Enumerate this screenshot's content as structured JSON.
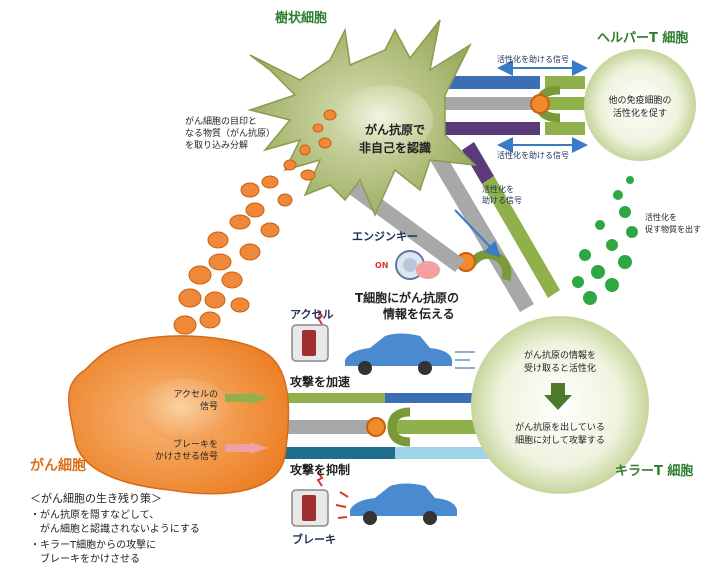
{
  "title_dendritic": "樹状細胞",
  "title_helper": "ヘルパーT 細胞",
  "title_killer": "キラーT 細胞",
  "title_cancer": "がん細胞",
  "dendritic_center": [
    "がん抗原で",
    "非自己を認識"
  ],
  "antigen_uptake": [
    "がん細胞の目印と",
    "なる物質（がん抗原）",
    "を取り込み分解"
  ],
  "helper_inside": [
    "他の免疫細胞の",
    "活性化を促す"
  ],
  "signal_top": "活性化を助ける信号",
  "signal_bottom": "活性化を助ける信号",
  "signal_helper_side": [
    "活性化を",
    "助ける信号"
  ],
  "right_dots": [
    "活性化を",
    "促す物質を出す"
  ],
  "engine_key": "エンジンキー",
  "tcell_transfer": [
    "T細胞にがん抗原の",
    "情報を伝える"
  ],
  "accel": "アクセル",
  "attack_speedup": "攻撃を加速",
  "accel_signal": [
    "アクセルの",
    "信号"
  ],
  "brake_signal": [
    "ブレーキを",
    "かけさせる信号"
  ],
  "attack_suppress": "攻撃を抑制",
  "brake": "ブレーキ",
  "killer_top": [
    "がん抗原の情報を",
    "受け取ると活性化"
  ],
  "killer_bottom": [
    "がん抗原を出している",
    "細胞に対して攻撃する"
  ],
  "strategy_title": "＜がん細胞の生き残り策＞",
  "strategy_items": [
    "・がん抗原を隠すなどして、",
    "　がん細胞と認識されないようにする",
    "・キラーT細胞からの攻撃に",
    "　ブレーキをかけさせる"
  ],
  "colors": {
    "dendritic": "#a8b86a",
    "helper": "#eaf0d8",
    "killer": "#eaf0d8",
    "cancer": "#f08a2a",
    "antigen": "#f0883a",
    "green_dots": "#2fa844",
    "signal_arrow": "#3a7bc8"
  }
}
